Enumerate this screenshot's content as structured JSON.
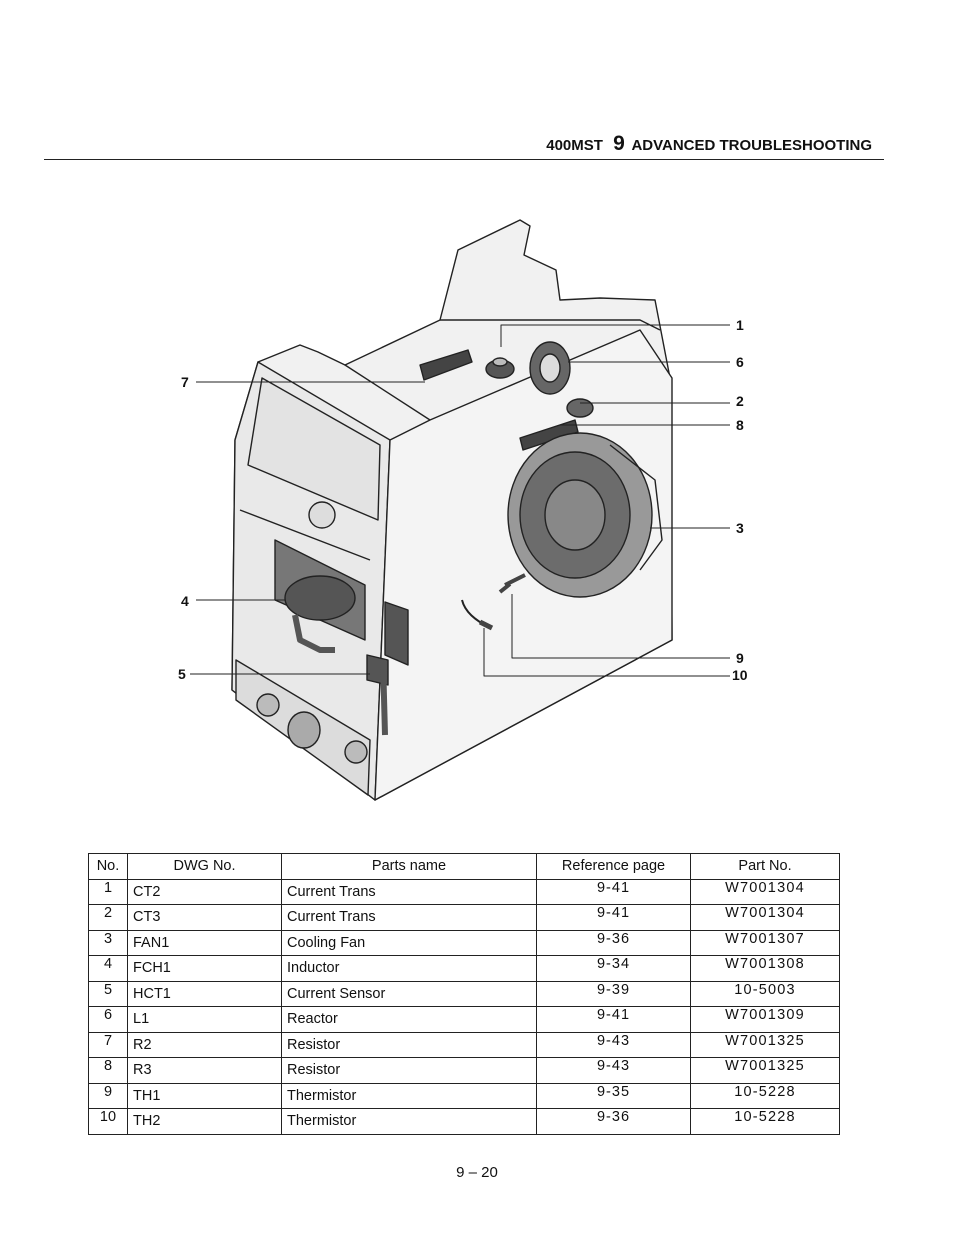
{
  "header": {
    "model": "400MST",
    "section_number": "9",
    "section_title": "ADVANCED TROUBLESHOOTING"
  },
  "callouts": [
    "1",
    "6",
    "2",
    "8",
    "3",
    "9",
    "10",
    "7",
    "4",
    "5"
  ],
  "table": {
    "columns": [
      "No.",
      "DWG No.",
      "Parts name",
      "Reference page",
      "Part No."
    ],
    "rows": [
      {
        "no": "1",
        "dwg": "CT2",
        "name": "Current Trans",
        "ref": "9-41",
        "part": "W7001304"
      },
      {
        "no": "2",
        "dwg": "CT3",
        "name": "Current Trans",
        "ref": "9-41",
        "part": "W7001304"
      },
      {
        "no": "3",
        "dwg": "FAN1",
        "name": "Cooling Fan",
        "ref": "9-36",
        "part": "W7001307"
      },
      {
        "no": "4",
        "dwg": "FCH1",
        "name": "Inductor",
        "ref": "9-34",
        "part": "W7001308"
      },
      {
        "no": "5",
        "dwg": "HCT1",
        "name": "Current Sensor",
        "ref": "9-39",
        "part": "10-5003"
      },
      {
        "no": "6",
        "dwg": "L1",
        "name": "Reactor",
        "ref": "9-41",
        "part": "W7001309"
      },
      {
        "no": "7",
        "dwg": "R2",
        "name": "Resistor",
        "ref": "9-43",
        "part": "W7001325"
      },
      {
        "no": "8",
        "dwg": "R3",
        "name": "Resistor",
        "ref": "9-43",
        "part": "W7001325"
      },
      {
        "no": "9",
        "dwg": "TH1",
        "name": "Thermistor",
        "ref": "9-35",
        "part": "10-5228"
      },
      {
        "no": "10",
        "dwg": "TH2",
        "name": "Thermistor",
        "ref": "9-36",
        "part": "10-5228"
      }
    ]
  },
  "footer": {
    "page": "9 – 20"
  }
}
